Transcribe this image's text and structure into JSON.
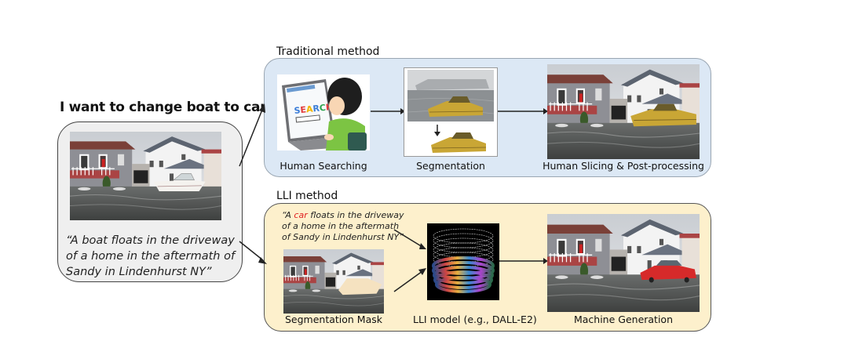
{
  "source": {
    "heading": "I want to change boat to car.",
    "caption": "“A boat floats in the driveway of a home in the aftermath of Sandy in Lindenhurst NY”",
    "image_alt": "Flooded street with houses and a white boat"
  },
  "traditional": {
    "label": "Traditional method",
    "steps": [
      {
        "caption": "Human Searching",
        "image_alt": "Person searching on laptop with SEARCH screen"
      },
      {
        "caption": "Segmentation",
        "image_alt": "Yellow amphibious car on water, then segmented car"
      },
      {
        "caption": "Human Slicing & Post-processing",
        "image_alt": "Flooded street with yellow car pasted in"
      }
    ],
    "search_screen_text": "SEARCH"
  },
  "lli": {
    "label": "LLI method",
    "prompt_pre": "“A ",
    "prompt_highlight": "car",
    "prompt_post": " floats in the driveway of a home in the aftermath of Sandy in Lindenhurst NY”",
    "prompt_line1_pre": "“A ",
    "prompt_line1_post": " floats in the driveway",
    "prompt_line2": "of a home in the aftermath",
    "prompt_line3": "of Sandy in Lindenhurst NY”",
    "steps": [
      {
        "caption": "Segmentation Mask",
        "image_alt": "Flooded street with boat region masked"
      },
      {
        "caption": "LLI model (e.g., DALL-E2)",
        "image_alt": "Cylinder of text and image tiles"
      },
      {
        "caption": "Machine Generation",
        "image_alt": "Flooded street with red car generated"
      }
    ]
  },
  "colors": {
    "traditional_bg": "#dce8f5",
    "lli_bg": "#fdf0cc",
    "source_bg": "#efefef",
    "highlight": "#e02020"
  }
}
